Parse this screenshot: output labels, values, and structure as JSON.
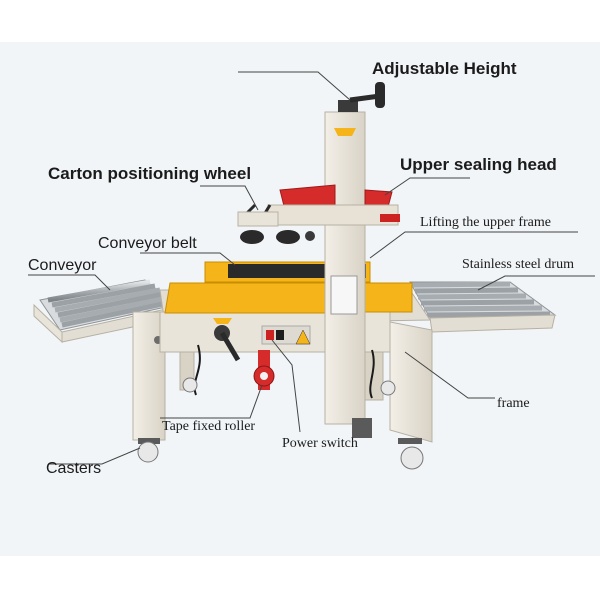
{
  "labels": {
    "adjustable_height": "Adjustable Height",
    "carton_positioning_wheel": "Carton positioning wheel",
    "upper_sealing_head": "Upper sealing head",
    "lifting_upper_frame": "Lifting the upper frame",
    "conveyor_belt": "Conveyor belt",
    "conveyor": "Conveyor",
    "stainless_steel_drum": "Stainless steel drum",
    "frame": "frame",
    "tape_fixed_roller": "Tape fixed roller",
    "power_switch": "Power switch",
    "casters": "Casters"
  },
  "colors": {
    "frame": "#e9e4da",
    "frame_shadow": "#c9c3b6",
    "belt_frame": "#f4b41a",
    "sealing_head": "#d62b2b",
    "roller": "#b8bcbf",
    "dark": "#2a2a2a"
  }
}
